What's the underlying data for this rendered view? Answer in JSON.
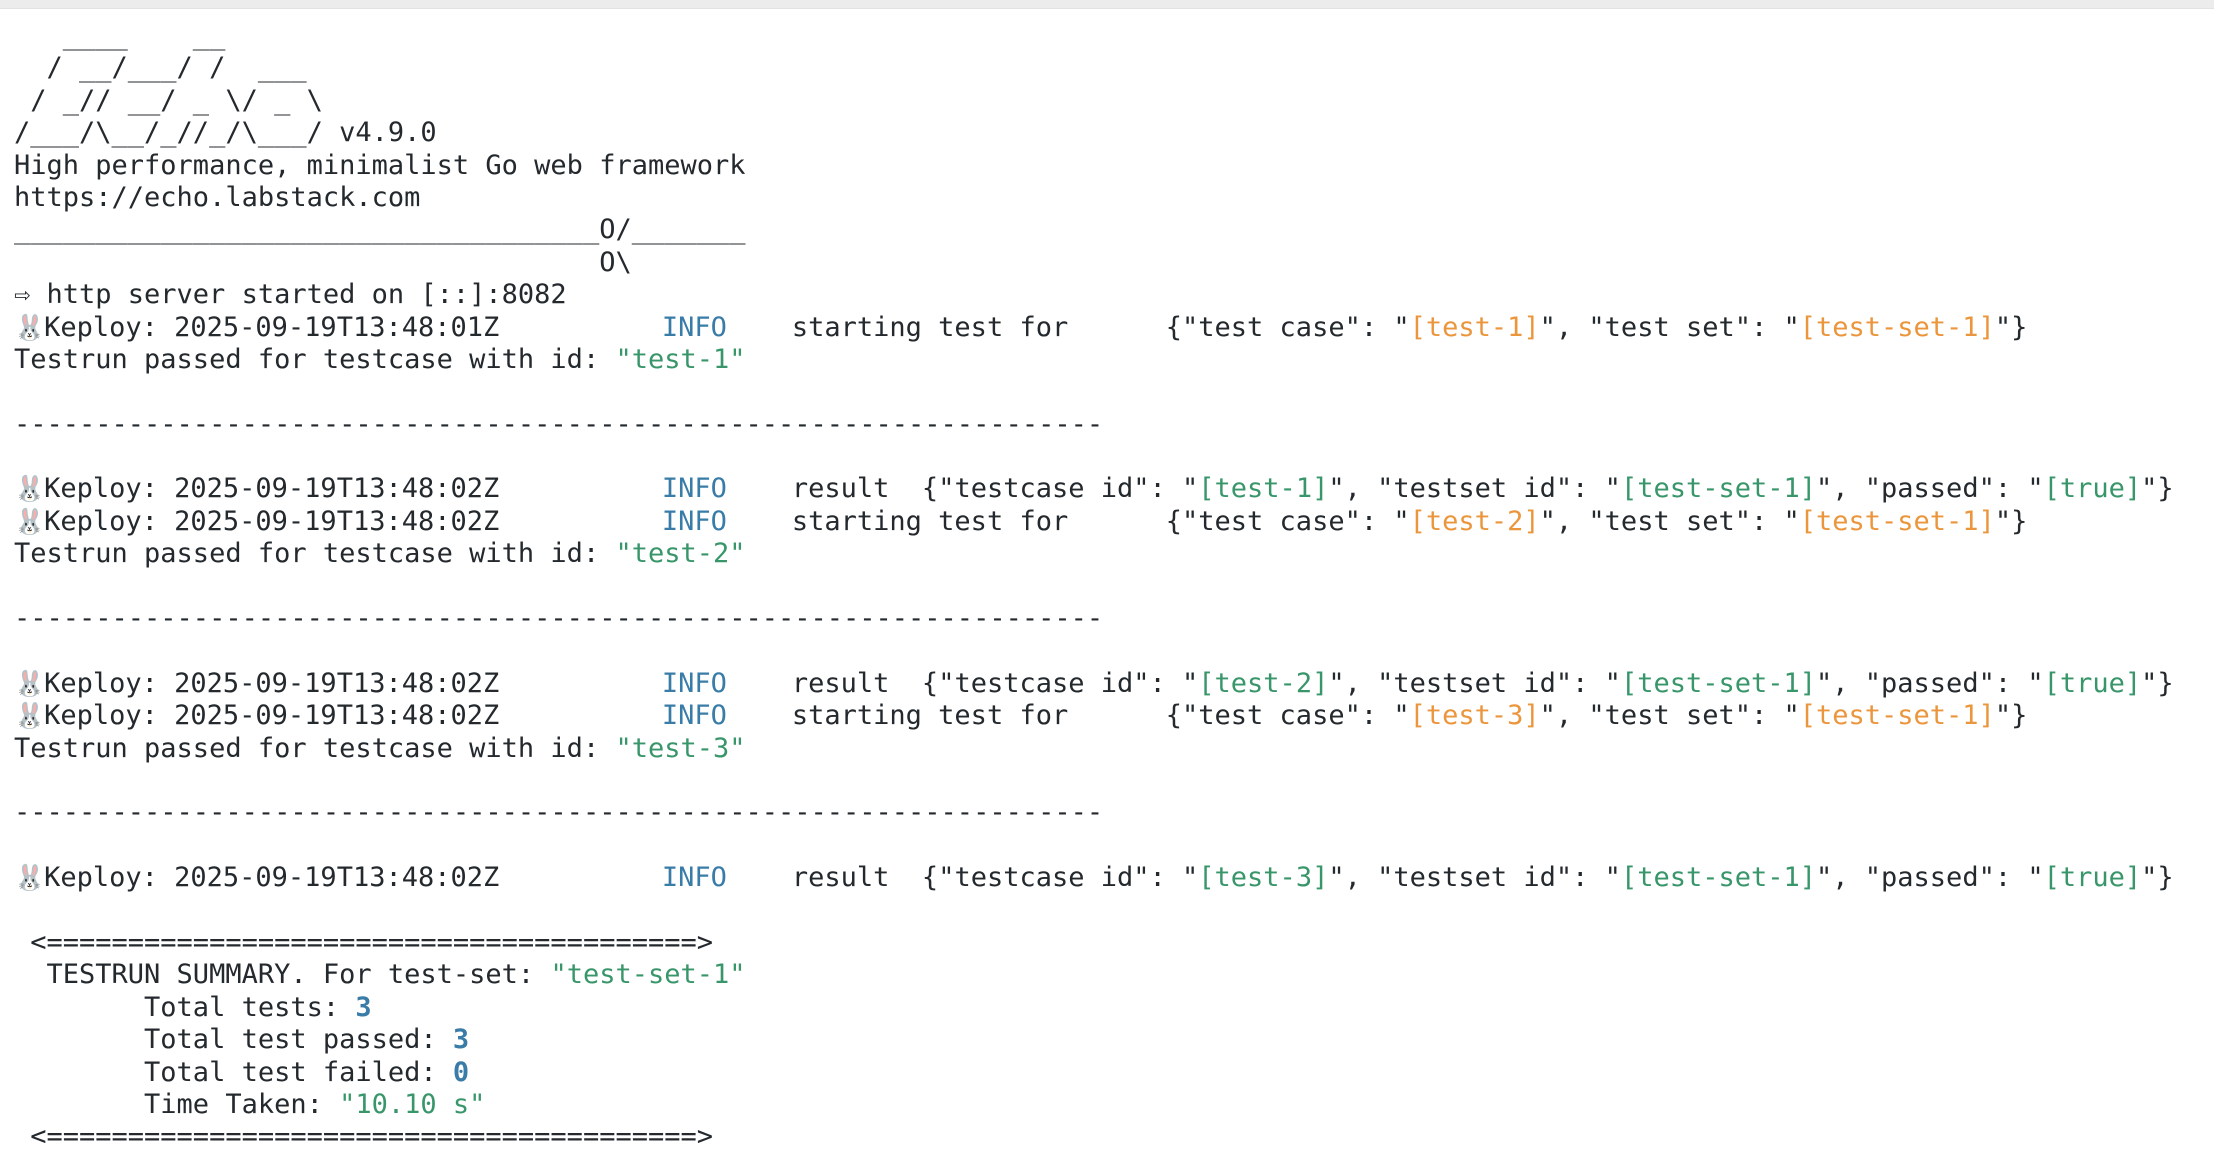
{
  "colors": {
    "fg": "#24292e",
    "blue": "#3a7ca8",
    "green": "#38966a",
    "orange": "#eb963c"
  },
  "terminal": {
    "lines": [
      {
        "name": "banner-line",
        "segments": [
          {
            "t": "   ____    __"
          }
        ]
      },
      {
        "name": "banner-line",
        "segments": [
          {
            "t": "  / __/___/ /  ___"
          }
        ]
      },
      {
        "name": "banner-line",
        "segments": [
          {
            "t": " / _// __/ _ \\/ _ \\"
          }
        ]
      },
      {
        "name": "banner-version-line",
        "segments": [
          {
            "t": "/___/\\__/_//_/\\___/ v4.9.0"
          }
        ]
      },
      {
        "name": "banner-tagline",
        "segments": [
          {
            "t": "High performance, minimalist Go web framework"
          }
        ]
      },
      {
        "name": "banner-url",
        "segments": [
          {
            "t": "https://echo.labstack.com"
          }
        ]
      },
      {
        "name": "banner-line",
        "segments": [
          {
            "t": "____________________________________O/_______"
          }
        ]
      },
      {
        "name": "banner-line",
        "segments": [
          {
            "t": "                                    O\\"
          }
        ]
      },
      {
        "name": "server-started-line",
        "segments": [
          {
            "t": "⇨",
            "k": "arrow",
            "n": "arrow-icon"
          },
          {
            "t": "http server started on [::]:8082"
          }
        ]
      },
      {
        "name": "log-line-starting",
        "segments": [
          {
            "t": "🐰",
            "k": "emoji",
            "n": "rabbit-emoji-icon"
          },
          {
            "t": "Keploy: 2025-09-19T13:48:01Z",
            "n": "timestamp"
          },
          {
            "t": "          "
          },
          {
            "t": "INFO",
            "c": "blue",
            "n": "log-level-info"
          },
          {
            "t": "    "
          },
          {
            "t": "starting test for",
            "n": "log-message"
          },
          {
            "t": "      "
          },
          {
            "t": "{\"test case\": \""
          },
          {
            "t": "[test-1]",
            "c": "orange",
            "n": "orange-value"
          },
          {
            "t": "\", \"test set\": \""
          },
          {
            "t": "[test-set-1]",
            "c": "orange",
            "n": "orange-value"
          },
          {
            "t": "\"}"
          }
        ]
      },
      {
        "name": "testrun-passed-line",
        "segments": [
          {
            "t": "Testrun passed for testcase with id: "
          },
          {
            "t": "\"test-1\"",
            "c": "green",
            "n": "green-value"
          }
        ]
      },
      {
        "name": "blank-line",
        "segments": []
      },
      {
        "name": "separator-line",
        "segments": [
          {
            "t": "-------------------------------------------------------------------"
          }
        ]
      },
      {
        "name": "blank-line",
        "segments": []
      },
      {
        "name": "log-line-result",
        "segments": [
          {
            "t": "🐰",
            "k": "emoji",
            "n": "rabbit-emoji-icon"
          },
          {
            "t": "Keploy: 2025-09-19T13:48:02Z",
            "n": "timestamp"
          },
          {
            "t": "          "
          },
          {
            "t": "INFO",
            "c": "blue",
            "n": "log-level-info"
          },
          {
            "t": "    "
          },
          {
            "t": "result",
            "n": "log-message"
          },
          {
            "t": "  {\"testcase id\": \""
          },
          {
            "t": "[test-1]",
            "c": "green",
            "n": "green-value"
          },
          {
            "t": "\", \"testset id\": \""
          },
          {
            "t": "[test-set-1]",
            "c": "green",
            "n": "green-value"
          },
          {
            "t": "\", \"passed\": \""
          },
          {
            "t": "[true]",
            "c": "green",
            "n": "green-value"
          },
          {
            "t": "\"}"
          }
        ]
      },
      {
        "name": "log-line-starting",
        "segments": [
          {
            "t": "🐰",
            "k": "emoji",
            "n": "rabbit-emoji-icon"
          },
          {
            "t": "Keploy: 2025-09-19T13:48:02Z",
            "n": "timestamp"
          },
          {
            "t": "          "
          },
          {
            "t": "INFO",
            "c": "blue",
            "n": "log-level-info"
          },
          {
            "t": "    "
          },
          {
            "t": "starting test for",
            "n": "log-message"
          },
          {
            "t": "      "
          },
          {
            "t": "{\"test case\": \""
          },
          {
            "t": "[test-2]",
            "c": "orange",
            "n": "orange-value"
          },
          {
            "t": "\", \"test set\": \""
          },
          {
            "t": "[test-set-1]",
            "c": "orange",
            "n": "orange-value"
          },
          {
            "t": "\"}"
          }
        ]
      },
      {
        "name": "testrun-passed-line",
        "segments": [
          {
            "t": "Testrun passed for testcase with id: "
          },
          {
            "t": "\"test-2\"",
            "c": "green",
            "n": "green-value"
          }
        ]
      },
      {
        "name": "blank-line",
        "segments": []
      },
      {
        "name": "separator-line",
        "segments": [
          {
            "t": "-------------------------------------------------------------------"
          }
        ]
      },
      {
        "name": "blank-line",
        "segments": []
      },
      {
        "name": "log-line-result",
        "segments": [
          {
            "t": "🐰",
            "k": "emoji",
            "n": "rabbit-emoji-icon"
          },
          {
            "t": "Keploy: 2025-09-19T13:48:02Z",
            "n": "timestamp"
          },
          {
            "t": "          "
          },
          {
            "t": "INFO",
            "c": "blue",
            "n": "log-level-info"
          },
          {
            "t": "    "
          },
          {
            "t": "result",
            "n": "log-message"
          },
          {
            "t": "  {\"testcase id\": \""
          },
          {
            "t": "[test-2]",
            "c": "green",
            "n": "green-value"
          },
          {
            "t": "\", \"testset id\": \""
          },
          {
            "t": "[test-set-1]",
            "c": "green",
            "n": "green-value"
          },
          {
            "t": "\", \"passed\": \""
          },
          {
            "t": "[true]",
            "c": "green",
            "n": "green-value"
          },
          {
            "t": "\"}"
          }
        ]
      },
      {
        "name": "log-line-starting",
        "segments": [
          {
            "t": "🐰",
            "k": "emoji",
            "n": "rabbit-emoji-icon"
          },
          {
            "t": "Keploy: 2025-09-19T13:48:02Z",
            "n": "timestamp"
          },
          {
            "t": "          "
          },
          {
            "t": "INFO",
            "c": "blue",
            "n": "log-level-info"
          },
          {
            "t": "    "
          },
          {
            "t": "starting test for",
            "n": "log-message"
          },
          {
            "t": "      "
          },
          {
            "t": "{\"test case\": \""
          },
          {
            "t": "[test-3]",
            "c": "orange",
            "n": "orange-value"
          },
          {
            "t": "\", \"test set\": \""
          },
          {
            "t": "[test-set-1]",
            "c": "orange",
            "n": "orange-value"
          },
          {
            "t": "\"}"
          }
        ]
      },
      {
        "name": "testrun-passed-line",
        "segments": [
          {
            "t": "Testrun passed for testcase with id: "
          },
          {
            "t": "\"test-3\"",
            "c": "green",
            "n": "green-value"
          }
        ]
      },
      {
        "name": "blank-line",
        "segments": []
      },
      {
        "name": "separator-line",
        "segments": [
          {
            "t": "-------------------------------------------------------------------"
          }
        ]
      },
      {
        "name": "blank-line",
        "segments": []
      },
      {
        "name": "log-line-result",
        "segments": [
          {
            "t": "🐰",
            "k": "emoji",
            "n": "rabbit-emoji-icon"
          },
          {
            "t": "Keploy: 2025-09-19T13:48:02Z",
            "n": "timestamp"
          },
          {
            "t": "          "
          },
          {
            "t": "INFO",
            "c": "blue",
            "n": "log-level-info"
          },
          {
            "t": "    "
          },
          {
            "t": "result",
            "n": "log-message"
          },
          {
            "t": "  {\"testcase id\": \""
          },
          {
            "t": "[test-3]",
            "c": "green",
            "n": "green-value"
          },
          {
            "t": "\", \"testset id\": \""
          },
          {
            "t": "[test-set-1]",
            "c": "green",
            "n": "green-value"
          },
          {
            "t": "\", \"passed\": \""
          },
          {
            "t": "[true]",
            "c": "green",
            "n": "green-value"
          },
          {
            "t": "\"}"
          }
        ]
      },
      {
        "name": "blank-line",
        "segments": []
      },
      {
        "name": "summary-border-line",
        "segments": [
          {
            "t": " <========================================>"
          }
        ]
      },
      {
        "name": "summary-title-line",
        "segments": [
          {
            "t": "  TESTRUN SUMMARY. For test-set: "
          },
          {
            "t": "\"test-set-1\"",
            "c": "green",
            "n": "green-value"
          }
        ]
      },
      {
        "name": "summary-total-line",
        "segments": [
          {
            "t": "        Total tests: "
          },
          {
            "t": "3",
            "c": "blue",
            "b": true,
            "n": "summary-count"
          }
        ]
      },
      {
        "name": "summary-passed-line",
        "segments": [
          {
            "t": "        Total test passed: "
          },
          {
            "t": "3",
            "c": "blue",
            "b": true,
            "n": "summary-count"
          }
        ]
      },
      {
        "name": "summary-failed-line",
        "segments": [
          {
            "t": "        Total test failed: "
          },
          {
            "t": "0",
            "c": "blue",
            "b": true,
            "n": "summary-count"
          }
        ]
      },
      {
        "name": "summary-time-line",
        "segments": [
          {
            "t": "        Time Taken: "
          },
          {
            "t": "\"10.10 s\"",
            "c": "green",
            "n": "green-value"
          }
        ]
      },
      {
        "name": "summary-border-line",
        "segments": [
          {
            "t": " <========================================>"
          }
        ]
      }
    ]
  }
}
